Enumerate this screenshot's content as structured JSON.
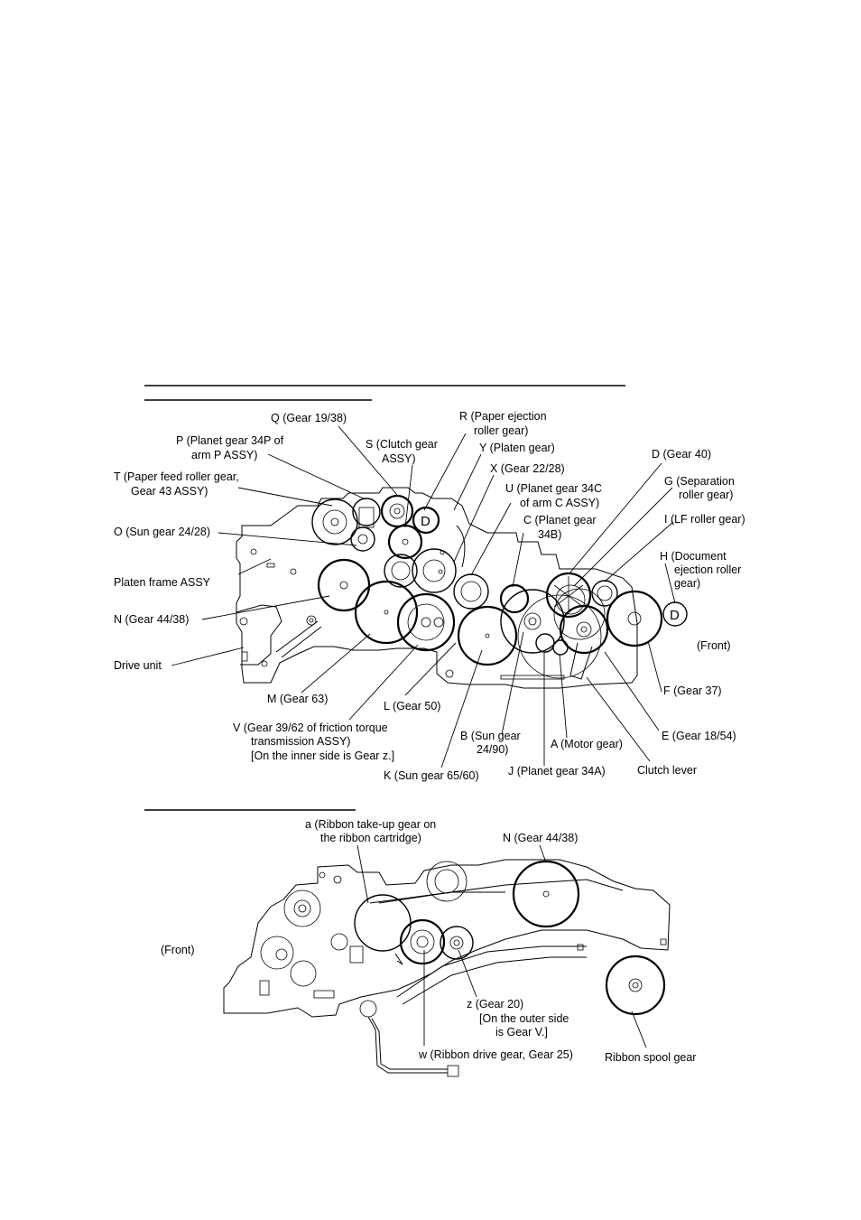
{
  "labels": {
    "q": "Q (Gear 19/38)",
    "r1": "R (Paper ejection",
    "r2": "roller gear)",
    "p1": "P (Planet gear 34P of",
    "p2": "arm P ASSY)",
    "s1": "S (Clutch gear",
    "s2": "ASSY)",
    "y": "Y (Platen gear)",
    "x": "X (Gear 22/28)",
    "d": "D (Gear 40)",
    "t1": "T (Paper feed roller gear,",
    "t2": "Gear 43 ASSY)",
    "u1": "U (Planet gear 34C",
    "u2": "of arm C ASSY)",
    "g1": "G (Separation",
    "g2": "roller gear)",
    "c1": "C (Planet gear",
    "c2": "34B)",
    "i": "I (LF roller gear)",
    "o": "O (Sun gear 24/28)",
    "h1": "H (Document",
    "h2": "ejection roller",
    "h3": "gear)",
    "platen": "Platen frame ASSY",
    "n": "N (Gear 44/38)",
    "front1": "(Front)",
    "drive": "Drive unit",
    "f": "F (Gear 37)",
    "m": "M (Gear 63)",
    "l": "L (Gear 50)",
    "v1": "V (Gear 39/62 of friction torque",
    "v2": "transmission ASSY)",
    "v3": "[On the inner side is Gear z.]",
    "b1": "B (Sun gear",
    "b2": "24/90)",
    "a": "A (Motor gear)",
    "e": "E (Gear 18/54)",
    "k": "K (Sun gear 65/60)",
    "j": "J (Planet gear 34A)",
    "clutch": "Clutch lever",
    "ra1": "a (Ribbon take-up gear on",
    "ra2": "the ribbon cartridge)",
    "n2": "N (Gear 44/38)",
    "front2": "(Front)",
    "z1": "z (Gear 20)",
    "z2": "[On the outer side",
    "z3": "is Gear V.]",
    "w": "w (Ribbon drive gear, Gear 25)",
    "spool": "Ribbon spool gear",
    "d_letter": "D"
  },
  "colors": {
    "ink": "#000000",
    "paper": "#ffffff"
  }
}
